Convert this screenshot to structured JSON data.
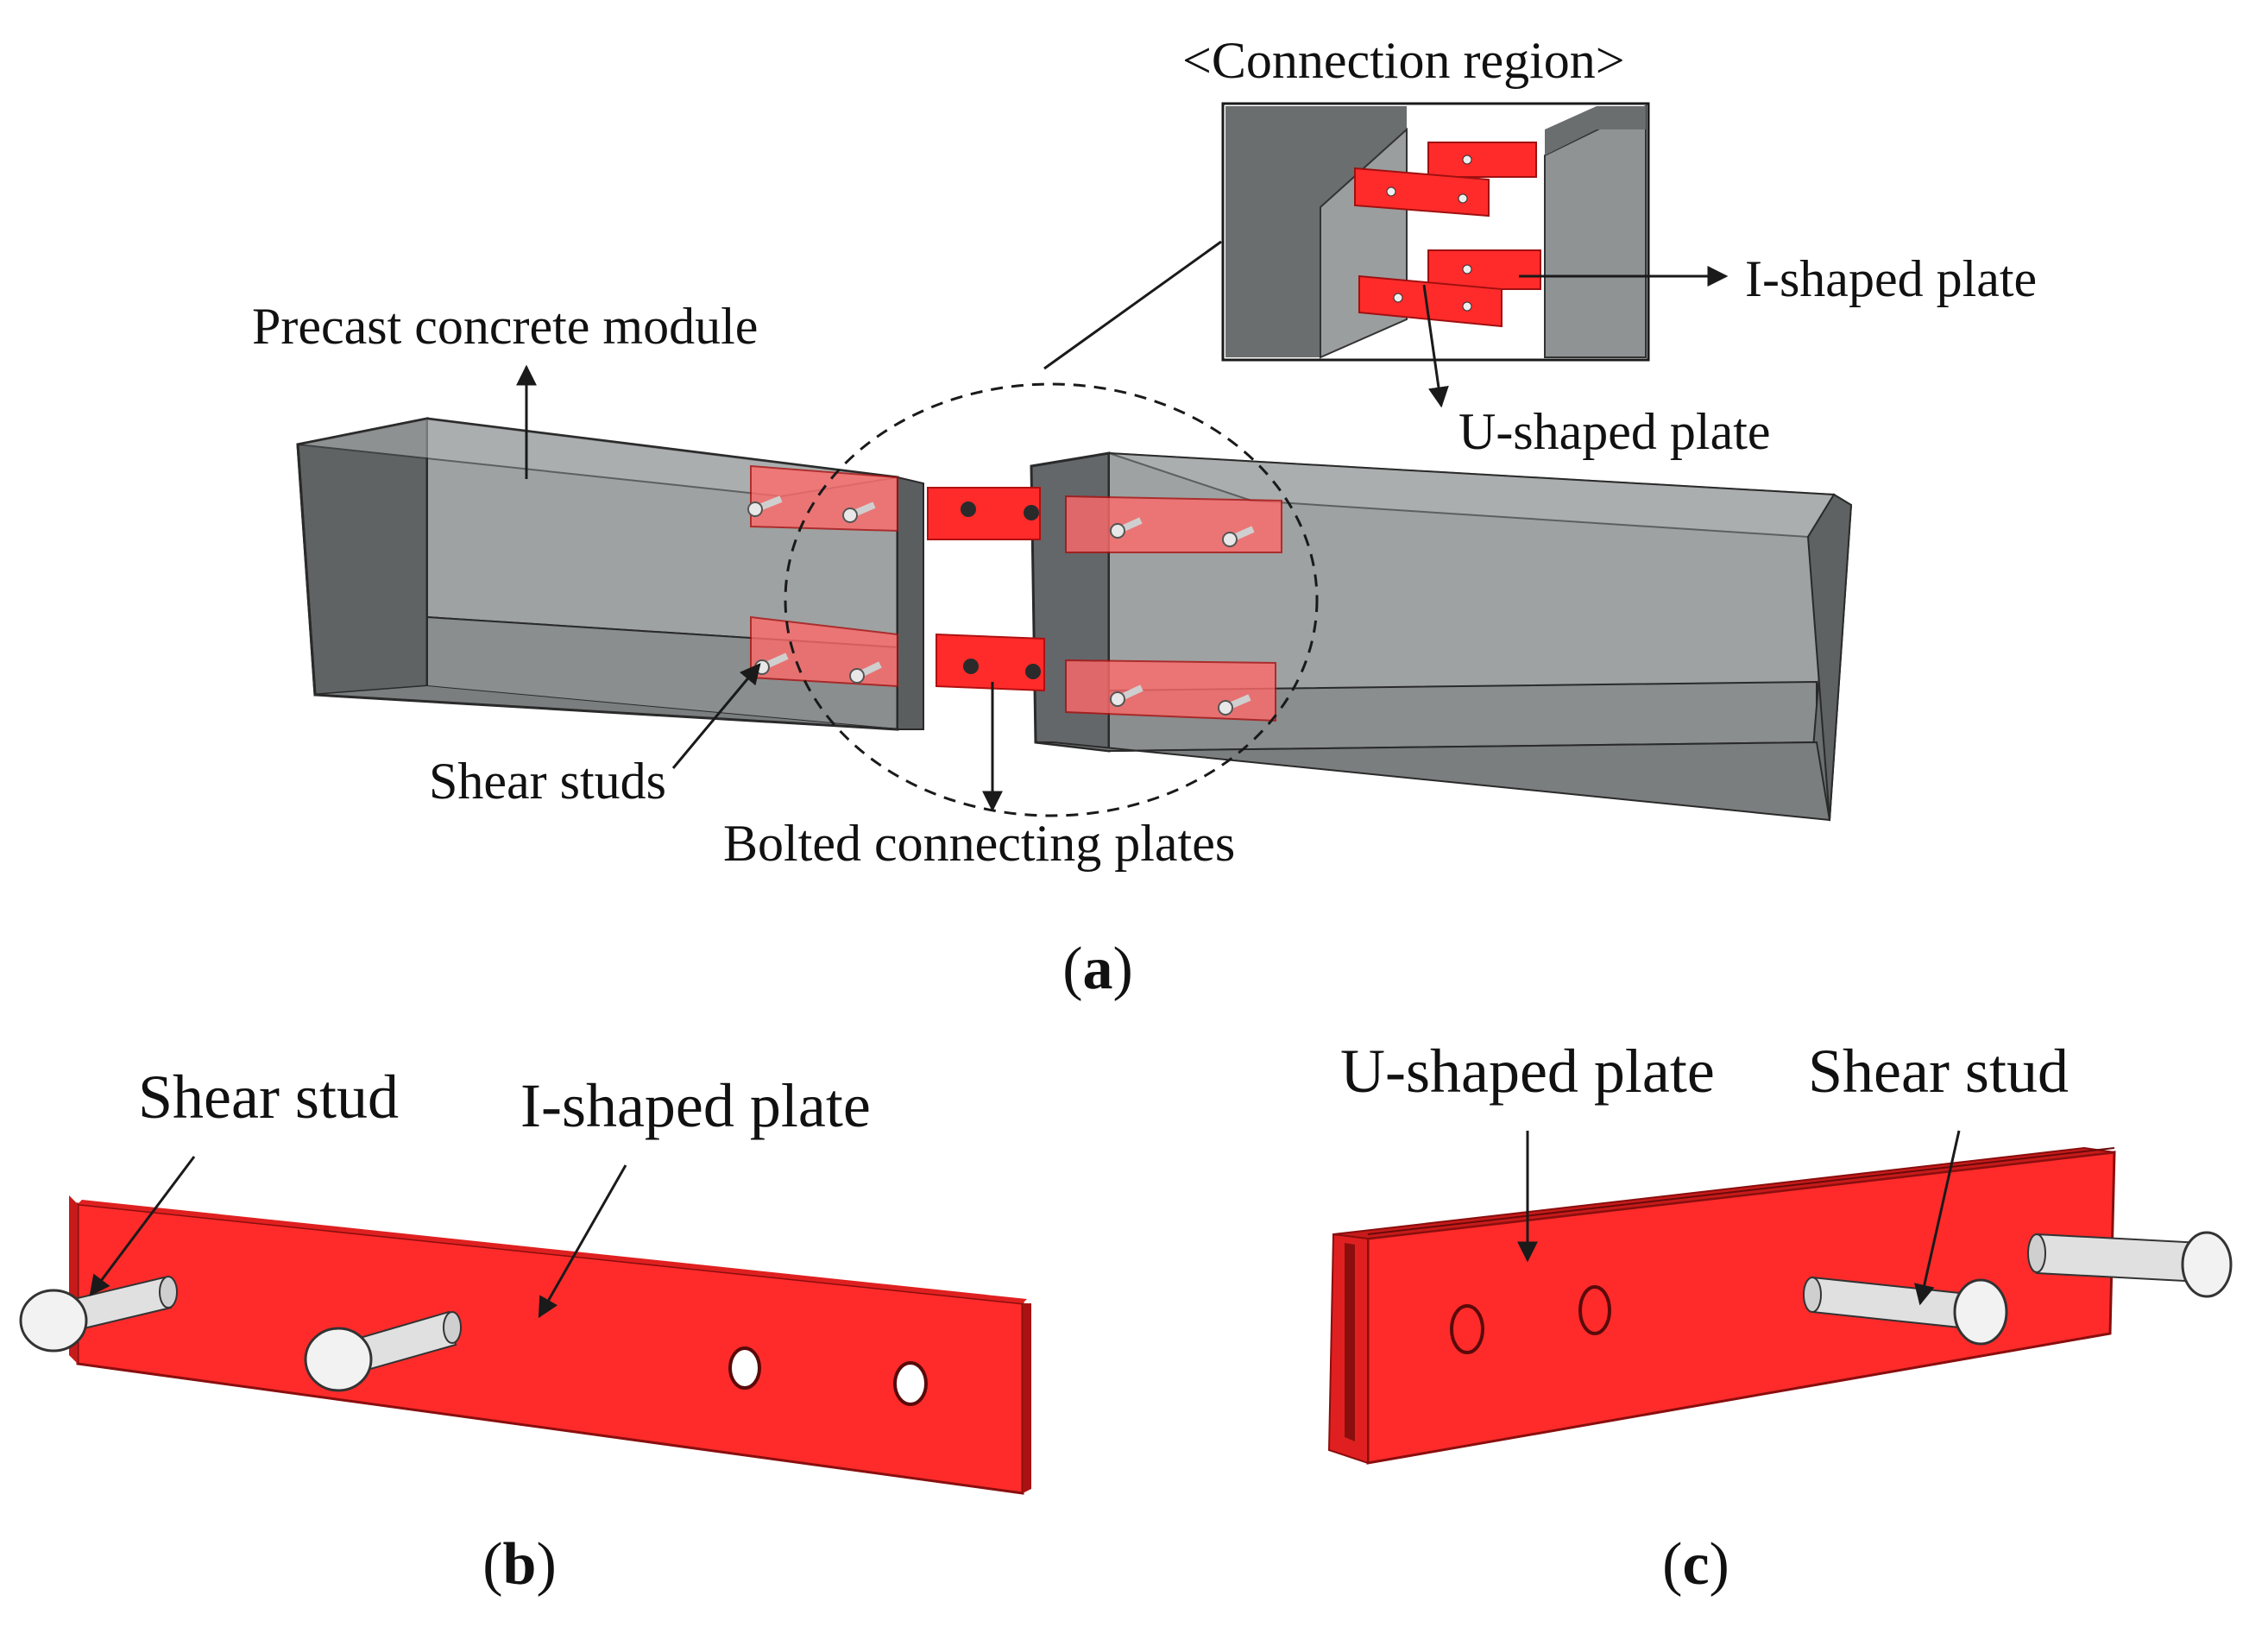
{
  "colors": {
    "plate_red": "#ff2b2b",
    "plate_red_dark": "#c71a1a",
    "concrete_front": "#6e7273",
    "concrete_side": "#8d9192",
    "concrete_inner": "#9fa3a3",
    "stud": "#e8e8e8"
  },
  "panel_a": {
    "caption_letter": "a",
    "inset_title": "<Connection region>",
    "labels": {
      "precast_module": "Precast concrete module",
      "i_plate": "I-shaped plate",
      "u_plate": "U-shaped plate",
      "shear_studs": "Shear studs",
      "bolted_plates": "Bolted connecting plates"
    }
  },
  "panel_b": {
    "caption_letter": "b",
    "labels": {
      "shear_stud": "Shear stud",
      "i_plate": "I-shaped plate"
    }
  },
  "panel_c": {
    "caption_letter": "c",
    "labels": {
      "u_plate": "U-shaped plate",
      "shear_stud": "Shear stud"
    }
  },
  "caption_paren_open": "(",
  "caption_paren_close": ")"
}
